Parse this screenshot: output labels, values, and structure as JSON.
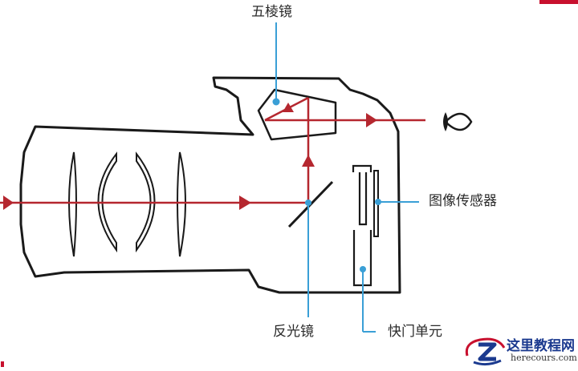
{
  "labels": {
    "pentaprism": "五棱镜",
    "image_sensor": "图像传感器",
    "reflex_mirror": "反光镜",
    "shutter_unit": "快门单元"
  },
  "watermark": {
    "title": "这里教程网",
    "url": "herecours.com"
  },
  "colors": {
    "light_path": "#b5272f",
    "callout": "#3a9fd6",
    "outline": "#1a1a1a",
    "accent_bar": "#c8102e"
  }
}
